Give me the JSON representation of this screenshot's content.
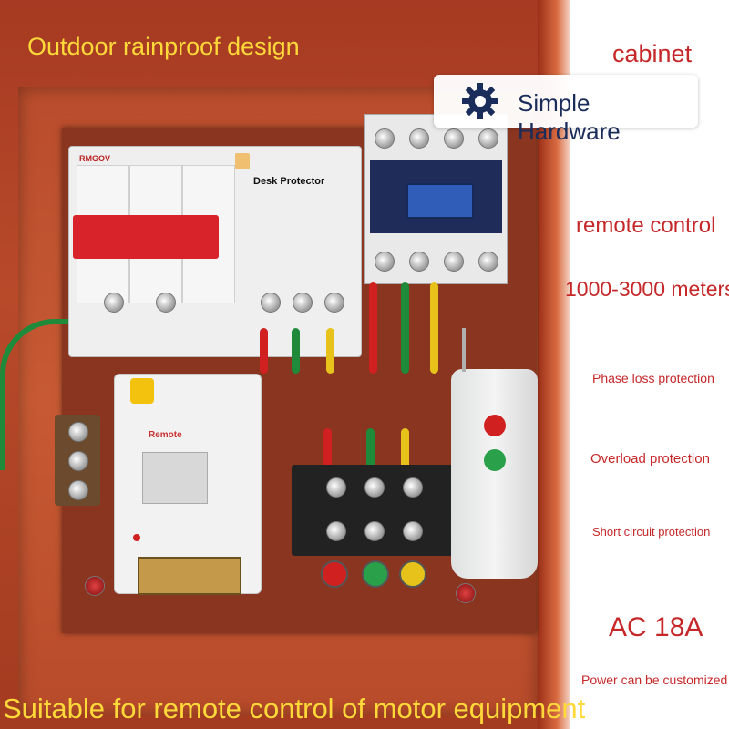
{
  "photo": {
    "title": "Outdoor rainproof design",
    "caption": "Suitable for remote control of motor equipment",
    "breaker_label": "Desk Protector",
    "breaker_brand": "RMGOV",
    "receiver_brand": "Remote"
  },
  "logo": {
    "text": "Simple Hardware",
    "icon": "gear-icon"
  },
  "features": {
    "cabinet": "cabinet",
    "remote_control": "remote control",
    "range": "1000-3000 meters",
    "phase_loss": "Phase loss protection",
    "overload": "Overload protection",
    "short_circuit": "Short circuit protection",
    "current": "AC 18A",
    "customizable": "Power can be customized"
  },
  "colors": {
    "title_text": "#ffd83a",
    "feature_text": "#c6282a",
    "logo_text": "#1a2c5a",
    "cabinet_body": "#b84a2a"
  }
}
